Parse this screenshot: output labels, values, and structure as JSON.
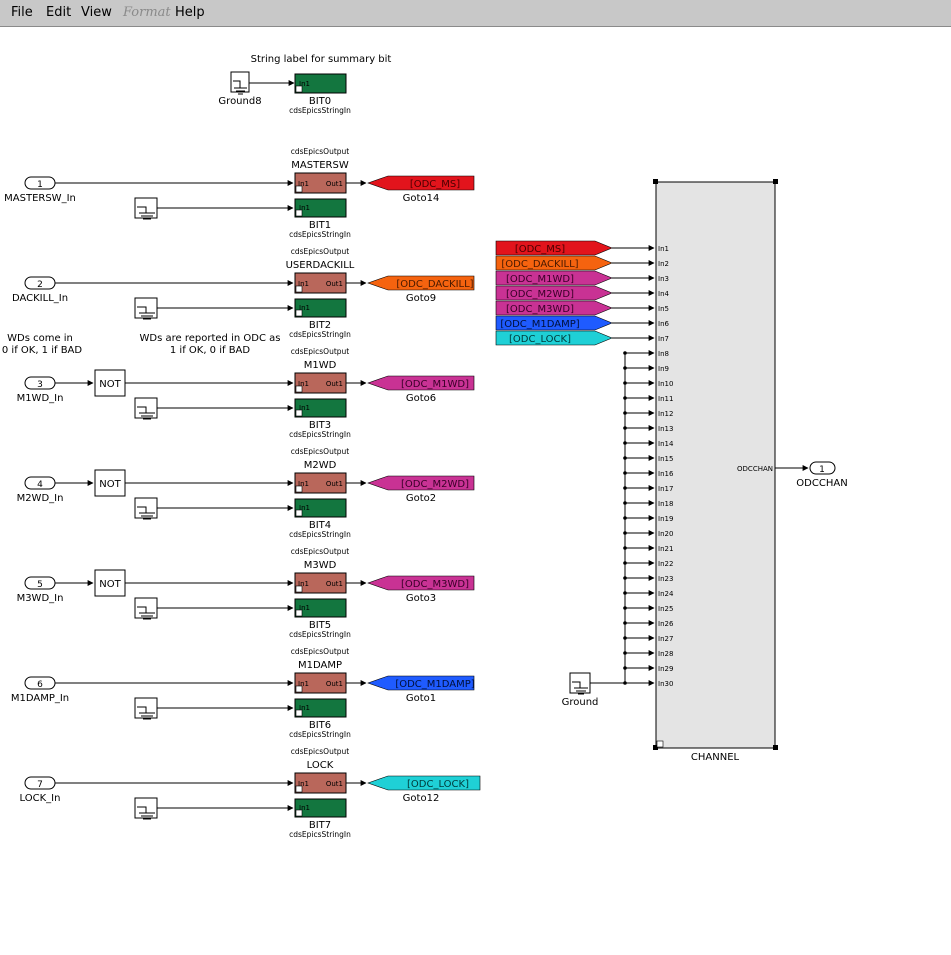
{
  "menu": {
    "file": "File",
    "edit": "Edit",
    "view": "View",
    "format": "Format",
    "help": "Help"
  },
  "colors": {
    "epics_output": "#b9675b",
    "string_in": "#13763f",
    "goto_ms": "#e2141c",
    "goto_dackill": "#f5630f",
    "goto_magenta": "#c93294",
    "goto_blue": "#1f5bff",
    "goto_cyan": "#1fd0d6",
    "channel_fill": "#e4e4e4"
  },
  "ground_top": {
    "label": "Ground8"
  },
  "bit0": {
    "label": "BIT0",
    "sublabel": "cdsEpicsStringIn",
    "port": "In1",
    "note": "String label for summary bit"
  },
  "notes": {
    "wds_come_in": "WDs come in\n0 if OK, 1 if BAD",
    "wds_reported": "WDs are reported in ODC as\n1 if OK, 0 if BAD"
  },
  "not_label": "NOT",
  "epics_output_port_in": "In1",
  "epics_output_port_out": "Out1",
  "string_in_port": "In1",
  "rows": [
    {
      "port_num": "1",
      "in_label": "MASTERSW_In",
      "epics_type": "cdsEpicsOutput",
      "epics_name": "MASTERSW",
      "goto_tag": "[ODC_MS]",
      "goto_name": "Goto14",
      "bit_name": "BIT1",
      "bit_type": "cdsEpicsStringIn",
      "not": false
    },
    {
      "port_num": "2",
      "in_label": "DACKILL_In",
      "epics_type": "cdsEpicsOutput",
      "epics_name": "USERDACKILL",
      "goto_tag": "[ODC_DACKILL]",
      "goto_name": "Goto9",
      "bit_name": "BIT2",
      "bit_type": "cdsEpicsStringIn",
      "not": false
    },
    {
      "port_num": "3",
      "in_label": "M1WD_In",
      "epics_type": "cdsEpicsOutput",
      "epics_name": "M1WD",
      "goto_tag": "[ODC_M1WD]",
      "goto_name": "Goto6",
      "bit_name": "BIT3",
      "bit_type": "cdsEpicsStringIn",
      "not": true
    },
    {
      "port_num": "4",
      "in_label": "M2WD_In",
      "epics_type": "cdsEpicsOutput",
      "epics_name": "M2WD",
      "goto_tag": "[ODC_M2WD]",
      "goto_name": "Goto2",
      "bit_name": "BIT4",
      "bit_type": "cdsEpicsStringIn",
      "not": true
    },
    {
      "port_num": "5",
      "in_label": "M3WD_In",
      "epics_type": "cdsEpicsOutput",
      "epics_name": "M3WD",
      "goto_tag": "[ODC_M3WD]",
      "goto_name": "Goto3",
      "bit_name": "BIT5",
      "bit_type": "cdsEpicsStringIn",
      "not": true
    },
    {
      "port_num": "6",
      "in_label": "M1DAMP_In",
      "epics_type": "cdsEpicsOutput",
      "epics_name": "M1DAMP",
      "goto_tag": "[ODC_M1DAMP]",
      "goto_name": "Goto1",
      "bit_name": "BIT6",
      "bit_type": "cdsEpicsStringIn",
      "not": false
    },
    {
      "port_num": "7",
      "in_label": "LOCK_In",
      "epics_type": "cdsEpicsOutput",
      "epics_name": "LOCK",
      "goto_tag": "[ODC_LOCK]",
      "goto_name": "Goto12",
      "bit_name": "BIT7",
      "bit_type": "cdsEpicsStringIn",
      "not": false
    }
  ],
  "from_tags": [
    "[ODC_MS]",
    "[ODC_DACKILL]",
    "[ODC_M1WD]",
    "[ODC_M2WD]",
    "[ODC_M3WD]",
    "[ODC_M1DAMP]",
    "[ODC_LOCK]"
  ],
  "channel": {
    "name": "CHANNEL",
    "output_port": "ODCCHAN",
    "inputs": [
      "In1",
      "In2",
      "In3",
      "In4",
      "In5",
      "In6",
      "In7",
      "In8",
      "In9",
      "In10",
      "In11",
      "In12",
      "In13",
      "In14",
      "In15",
      "In16",
      "In17",
      "In18",
      "In19",
      "In20",
      "In21",
      "In22",
      "In23",
      "In24",
      "In25",
      "In26",
      "In27",
      "In28",
      "In29",
      "In30"
    ]
  },
  "ground_channel": {
    "label": "Ground"
  },
  "outport": {
    "num": "1",
    "label": "ODCCHAN"
  }
}
